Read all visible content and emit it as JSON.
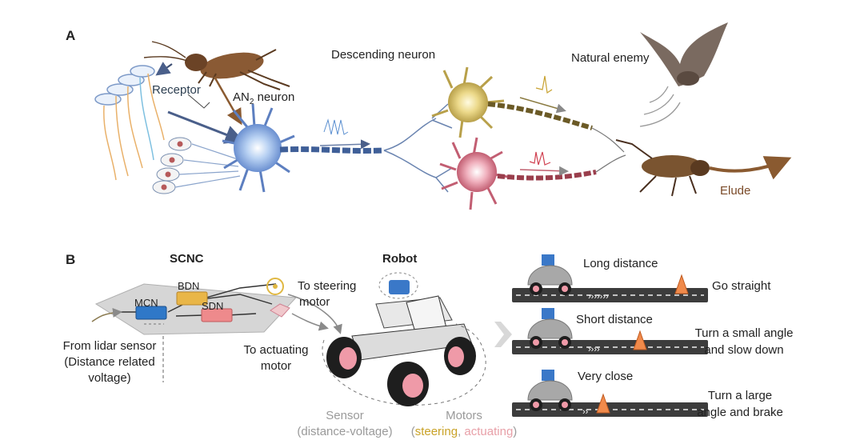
{
  "panel_a": {
    "letter": "A",
    "receptor": "Receptor",
    "an2_prefix": "AN",
    "an2_sub": "2",
    "an2_suffix": " neuron",
    "descending_neuron": "Descending neuron",
    "natural_enemy": "Natural enemy",
    "elude": "Elude"
  },
  "panel_b": {
    "letter": "B",
    "scnc_title": "SCNC",
    "robot_title": "Robot",
    "chip_mcn": "MCN",
    "chip_bdn": "BDN",
    "chip_sdn": "SDN",
    "lidar_lines": [
      "From  lidar sensor",
      "(Distance related",
      "voltage)"
    ],
    "steering_lines": [
      "To steering",
      "motor"
    ],
    "actuating_lines": [
      "To actuating",
      "motor"
    ],
    "sensor_lines": [
      "Sensor",
      "(distance-voltage)"
    ],
    "motors_title": "Motors",
    "motors_open": "(",
    "motors_steering": "steering",
    "motors_comma": ", ",
    "motors_actuating": "actuating",
    "motors_close": ")",
    "scenarios": [
      {
        "distance": "Long distance",
        "action_lines": [
          "Go straight"
        ]
      },
      {
        "distance": "Short distance",
        "action_lines": [
          "Turn a small angle",
          "and slow down"
        ]
      },
      {
        "distance": "Very close",
        "action_lines": [
          "Turn a large",
          "angle and brake"
        ]
      }
    ]
  },
  "colors": {
    "steering": "#c9a227",
    "actuating": "#e8a0a8",
    "neuron_blue": "#8fb4e6",
    "neuron_yellow": "#e8d37a",
    "neuron_pink": "#e58b9b",
    "cone": "#f08a4b",
    "road": "#3c3c3c",
    "elude_arrow": "#8a5a30"
  }
}
